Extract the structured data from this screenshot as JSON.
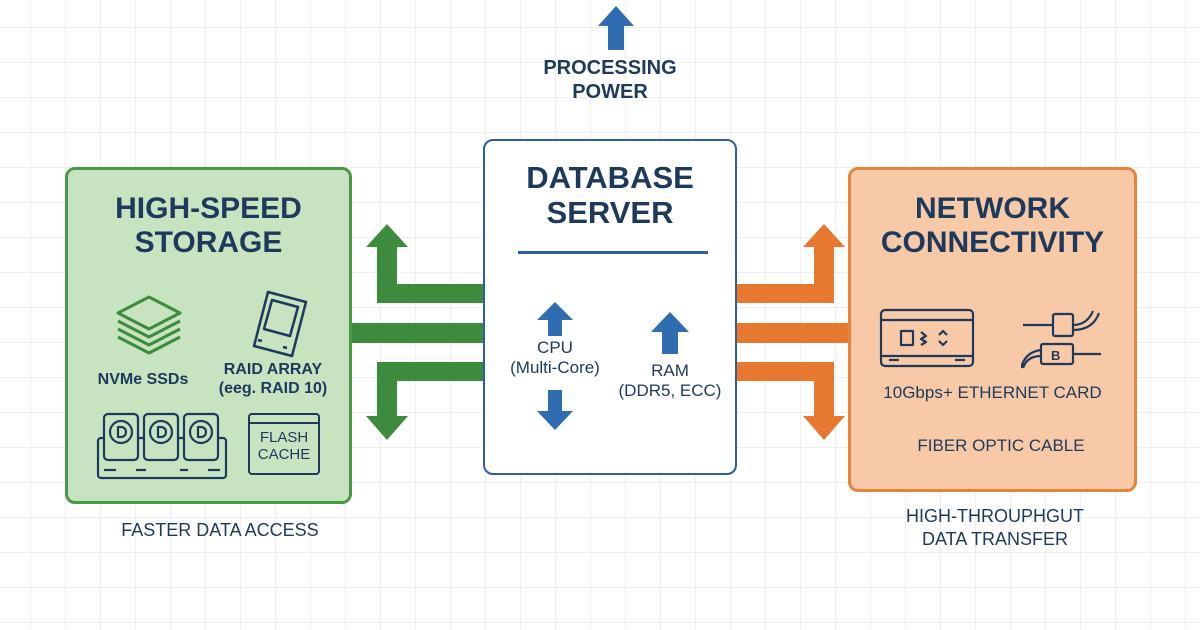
{
  "top": {
    "label_line1": "PROCESSING",
    "label_line2": "POWER"
  },
  "colors": {
    "storage": "#4a9a45",
    "server": "#2f5e9e",
    "network": "#e7843c",
    "text": "#1d3a5c"
  },
  "storage": {
    "title_line1": "HIGH-SPEED",
    "title_line2": "STORAGE",
    "nvme_label": "NVMe SSDs",
    "raid_line1": "RAID ARRAY",
    "raid_line2": "(eeg. RAID 10)",
    "flash_line1": "FLASH",
    "flash_line2": "CACHE",
    "caption": "FASTER DATA ACCESS"
  },
  "server": {
    "title_line1": "DATABASE",
    "title_line2": "SERVER",
    "cpu_line1": "CPU",
    "cpu_line2": "(Multi-Core)",
    "ram_line1": "RAM",
    "ram_line2": "(DDR5, ECC)"
  },
  "network": {
    "title_line1": "NETWORK",
    "title_line2": "CONNECTIVITY",
    "ethernet_label": "10Gbps+ ETHERNET CARD",
    "fiber_label": "FIBER OPTIC CABLE",
    "caption_line1": "HIGH-THROUPHGUT",
    "caption_line2": "DATA TRANSFER"
  }
}
